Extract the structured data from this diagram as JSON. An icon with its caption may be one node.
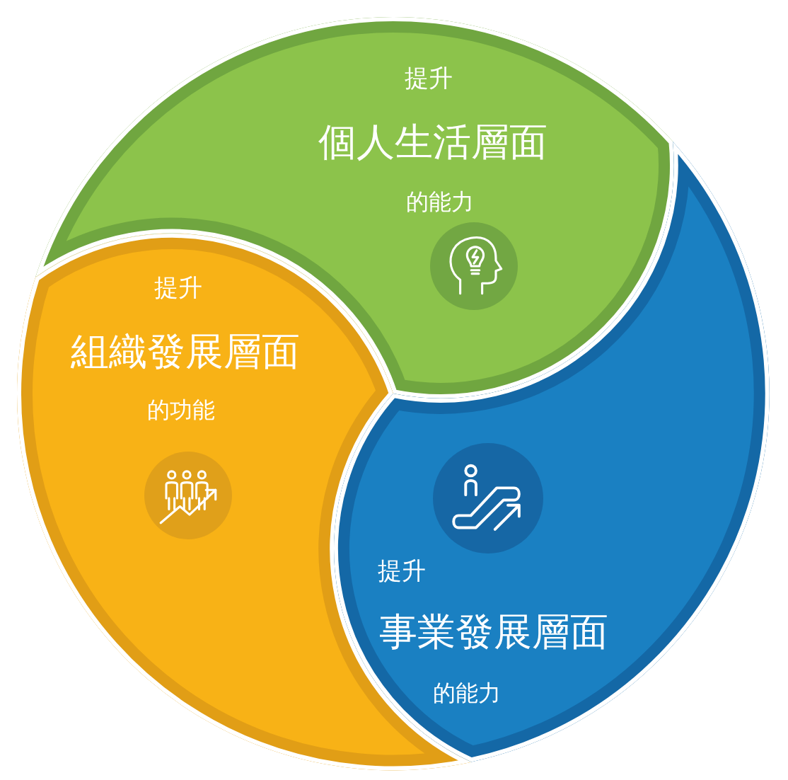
{
  "diagram": {
    "nodes": [
      {
        "text": [
          "提升",
          "個人生活層面",
          "的能力"
        ]
      },
      {
        "text": [
          "提升",
          "組織發展層面",
          "的功能"
        ]
      },
      {
        "text": [
          "提升",
          "事業發展層面",
          "的能力"
        ]
      }
    ]
  }
}
